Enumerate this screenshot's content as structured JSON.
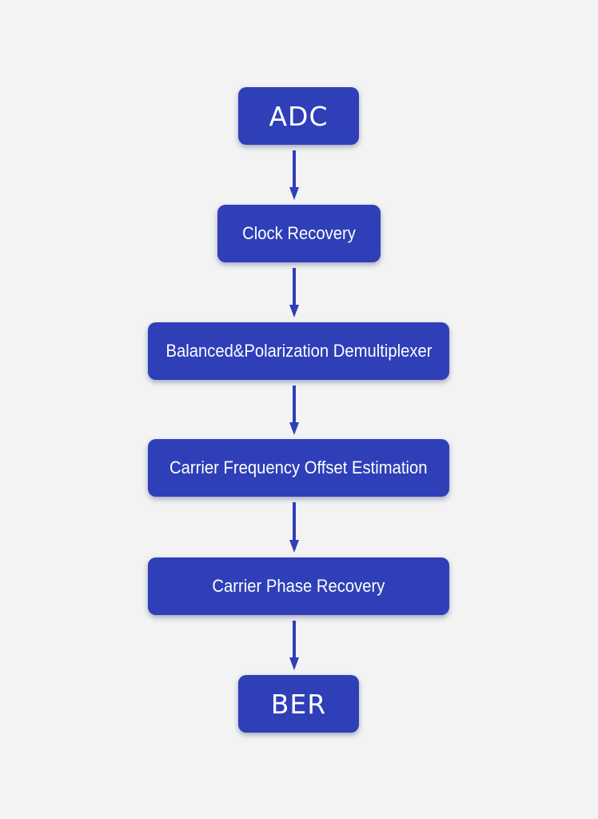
{
  "diagram": {
    "colors": {
      "background": "#f3f3f3",
      "node_fill": "#2e3fb8",
      "node_text": "#ffffff",
      "arrow": "#2e3fb8"
    },
    "nodes": {
      "adc": "ADC",
      "clock_recovery": "Clock Recovery",
      "balanced_polarization": "Balanced&Polarization Demultiplexer",
      "carrier_frequency": "Carrier Frequency Offset Estimation",
      "carrier_phase": "Carrier Phase Recovery",
      "ber": "BER"
    },
    "edges": [
      {
        "from": "ADC",
        "to": "Clock Recovery"
      },
      {
        "from": "Clock Recovery",
        "to": "Balanced&Polarization Demultiplexer"
      },
      {
        "from": "Balanced&Polarization Demultiplexer",
        "to": "Carrier Frequency Offset Estimation"
      },
      {
        "from": "Carrier Frequency Offset Estimation",
        "to": "Carrier Phase Recovery"
      },
      {
        "from": "Carrier Phase Recovery",
        "to": "BER"
      }
    ]
  }
}
